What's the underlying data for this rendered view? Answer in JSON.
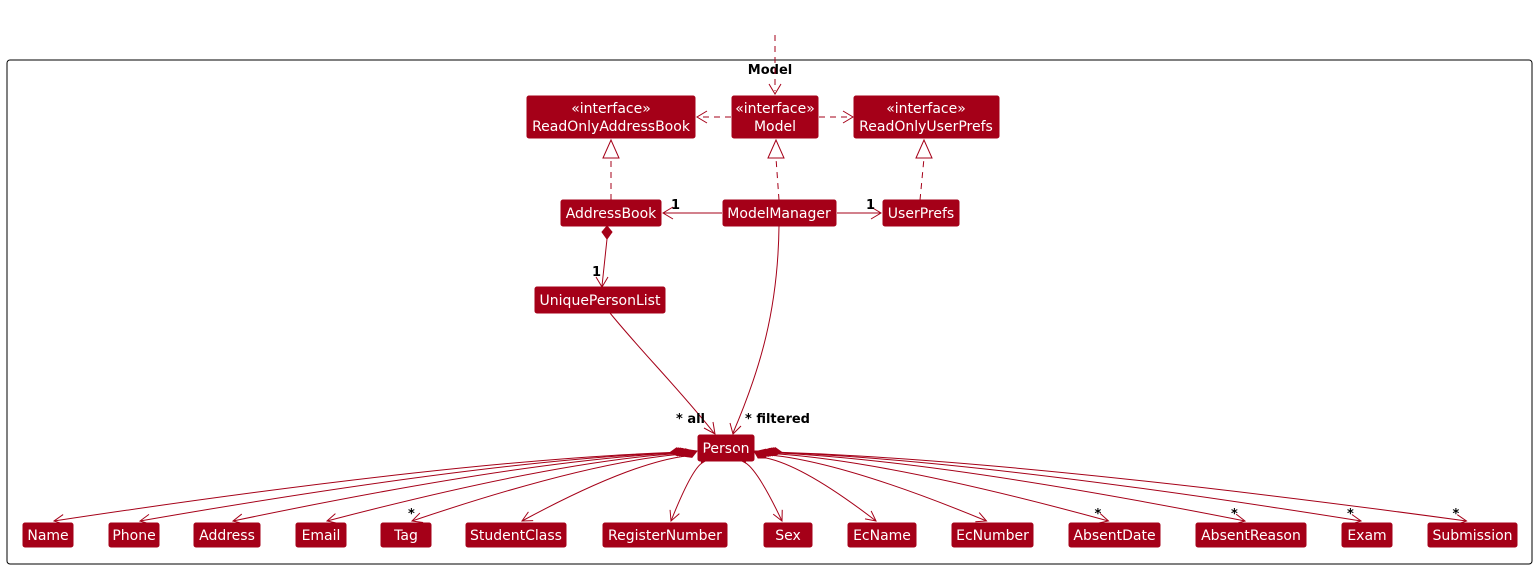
{
  "package": {
    "title": "Model"
  },
  "colors": {
    "node_fill": "#a50018",
    "node_text": "#ffffff",
    "edge": "#a50018"
  },
  "nodes": {
    "readOnlyAddressBook": {
      "stereotype": "«interface»",
      "name": "ReadOnlyAddressBook"
    },
    "model": {
      "stereotype": "«interface»",
      "name": "Model"
    },
    "readOnlyUserPrefs": {
      "stereotype": "«interface»",
      "name": "ReadOnlyUserPrefs"
    },
    "addressBook": {
      "name": "AddressBook"
    },
    "modelManager": {
      "name": "ModelManager"
    },
    "userPrefs": {
      "name": "UserPrefs"
    },
    "uniquePersonList": {
      "name": "UniquePersonList"
    },
    "person": {
      "name": "Person"
    },
    "attributes": [
      {
        "name": "Name",
        "multiplicity": ""
      },
      {
        "name": "Phone",
        "multiplicity": ""
      },
      {
        "name": "Address",
        "multiplicity": ""
      },
      {
        "name": "Email",
        "multiplicity": ""
      },
      {
        "name": "Tag",
        "multiplicity": "*"
      },
      {
        "name": "StudentClass",
        "multiplicity": ""
      },
      {
        "name": "RegisterNumber",
        "multiplicity": ""
      },
      {
        "name": "Sex",
        "multiplicity": ""
      },
      {
        "name": "EcName",
        "multiplicity": ""
      },
      {
        "name": "EcNumber",
        "multiplicity": ""
      },
      {
        "name": "AbsentDate",
        "multiplicity": "*"
      },
      {
        "name": "AbsentReason",
        "multiplicity": "*"
      },
      {
        "name": "Exam",
        "multiplicity": "*"
      },
      {
        "name": "Submission",
        "multiplicity": "*"
      }
    ]
  },
  "multiplicities": {
    "addressBook": "1",
    "userPrefs": "1",
    "uniquePersonList": "1",
    "all": "* all",
    "filtered": "* filtered"
  }
}
